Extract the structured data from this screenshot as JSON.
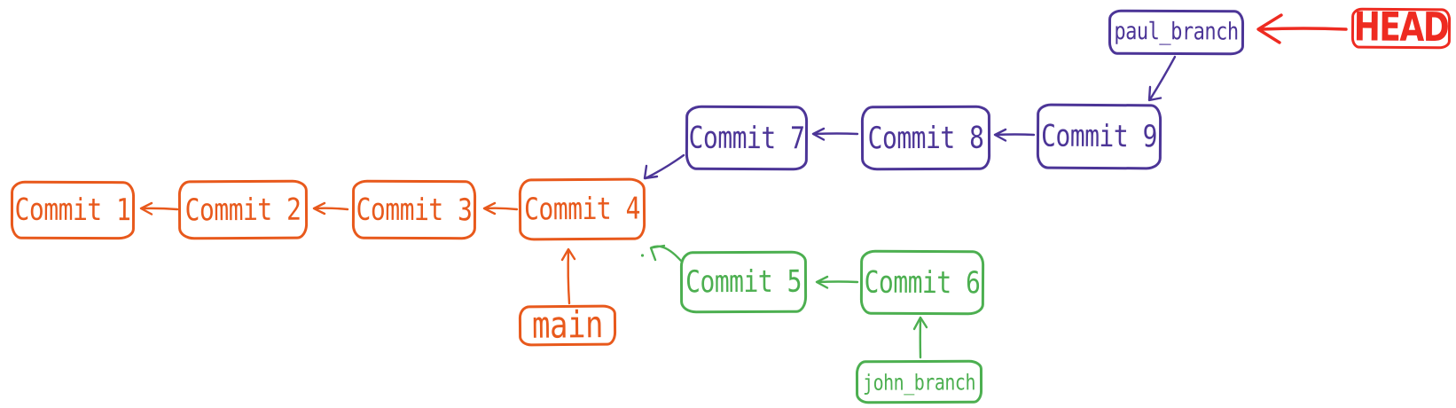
{
  "colors": {
    "branch_main": "#e8591c",
    "branch_paul": "#4c3597",
    "branch_john": "#4caf50",
    "head": "#ee2b21",
    "background": "#ffffff"
  },
  "graph": {
    "nodes": {
      "commit1": {
        "label": "Commit 1",
        "branch": "main"
      },
      "commit2": {
        "label": "Commit 2",
        "branch": "main"
      },
      "commit3": {
        "label": "Commit 3",
        "branch": "main"
      },
      "commit4": {
        "label": "Commit 4",
        "branch": "main"
      },
      "commit5": {
        "label": "Commit 5",
        "branch": "john_branch"
      },
      "commit6": {
        "label": "Commit 6",
        "branch": "john_branch"
      },
      "commit7": {
        "label": "Commit 7",
        "branch": "paul_branch"
      },
      "commit8": {
        "label": "Commit 8",
        "branch": "paul_branch"
      },
      "commit9": {
        "label": "Commit 9",
        "branch": "paul_branch"
      },
      "main_ref": {
        "label": "main",
        "points_to": "Commit 4"
      },
      "paul_ref": {
        "label": "paul_branch",
        "points_to": "Commit 9"
      },
      "john_ref": {
        "label": "john_branch",
        "points_to": "Commit 6"
      },
      "head_ref": {
        "label": "HEAD",
        "points_to": "paul_branch"
      }
    },
    "edges": [
      {
        "from": "Commit 2",
        "to": "Commit 1"
      },
      {
        "from": "Commit 3",
        "to": "Commit 2"
      },
      {
        "from": "Commit 4",
        "to": "Commit 3"
      },
      {
        "from": "Commit 7",
        "to": "Commit 4"
      },
      {
        "from": "Commit 8",
        "to": "Commit 7"
      },
      {
        "from": "Commit 9",
        "to": "Commit 8"
      },
      {
        "from": "Commit 5",
        "to": "Commit 4"
      },
      {
        "from": "Commit 6",
        "to": "Commit 5"
      },
      {
        "from": "main",
        "to": "Commit 4"
      },
      {
        "from": "john_branch",
        "to": "Commit 6"
      },
      {
        "from": "paul_branch",
        "to": "Commit 9"
      },
      {
        "from": "HEAD",
        "to": "paul_branch"
      }
    ]
  }
}
